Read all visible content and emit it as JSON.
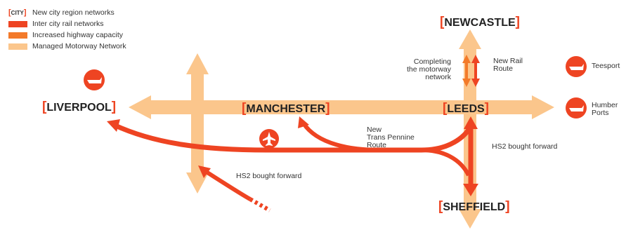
{
  "colors": {
    "motorway": "#fbc68c",
    "rail": "#ee4422",
    "highway": "#f37a2a",
    "port_icon": "#ee4422"
  },
  "legend": {
    "city_sample": "CITY",
    "items": [
      {
        "label": "New city region networks"
      },
      {
        "label": "Inter city rail networks",
        "color": "#ee4422"
      },
      {
        "label": "Increased highway capacity",
        "color": "#f37a2a"
      },
      {
        "label": "Managed Motorway Network",
        "color": "#fbc68c"
      }
    ]
  },
  "cities": {
    "newcastle": "NEWCASTLE",
    "liverpool": "LIVERPOOL",
    "manchester": "MANCHESTER",
    "leeds": "LEEDS",
    "sheffield": "SHEFFIELD"
  },
  "notes": {
    "completing_line1": "Completing",
    "completing_line2": "the motorway",
    "completing_line3": "network",
    "new_rail_line1": "New Rail",
    "new_rail_line2": "Route",
    "trans_pennine_line1": "New",
    "trans_pennine_line2": "Trans Pennine",
    "trans_pennine_line3": "Route",
    "hs2_east": "HS2 bought forward",
    "hs2_west": "HS2 bought forward"
  },
  "ports": {
    "teesport": "Teesport",
    "humber_line1": "Humber",
    "humber_line2": "Ports"
  },
  "icons": [
    "ship-icon",
    "airplane-icon"
  ]
}
